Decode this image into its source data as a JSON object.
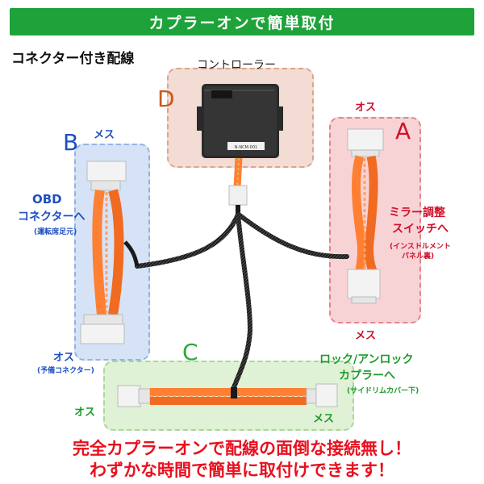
{
  "header": {
    "title": "カプラーオンで簡単取付"
  },
  "subtitle": "コネクター付き配線",
  "sections": {
    "d": {
      "letter": "D",
      "name": "コントローラー",
      "device_label": "N-NCM-001"
    },
    "a": {
      "letter": "A",
      "top_gender": "オス",
      "bottom_gender": "メス",
      "target_line1": "ミラー調整",
      "target_line2": "スイッチへ",
      "note_line1": "(インストルメント",
      "note_line2": "パネル裏)"
    },
    "b": {
      "letter": "B",
      "top_gender": "メス",
      "target_line1": "OBD",
      "target_line2": "コネクターへ",
      "note": "(運転席足元)",
      "bottom_gender": "オス",
      "bottom_note": "(予備コネクター)"
    },
    "c": {
      "letter": "C",
      "left_gender": "オス",
      "right_gender": "メス",
      "target_line1": "ロック/アンロック",
      "target_line2": "カプラーへ",
      "note": "(サイドリムカバー下)"
    }
  },
  "footer": {
    "line1": "完全カプラーオンで配線の面倒な接続無し！",
    "line2": "わずかな時間で簡単に取付けできます！"
  },
  "colors": {
    "banner": "#1da33a",
    "wire": "#ff7f33",
    "letter_d": "#c85a1e",
    "letter_a": "#d0102a",
    "letter_b": "#1d4fc0",
    "letter_c": "#2aaa38"
  }
}
